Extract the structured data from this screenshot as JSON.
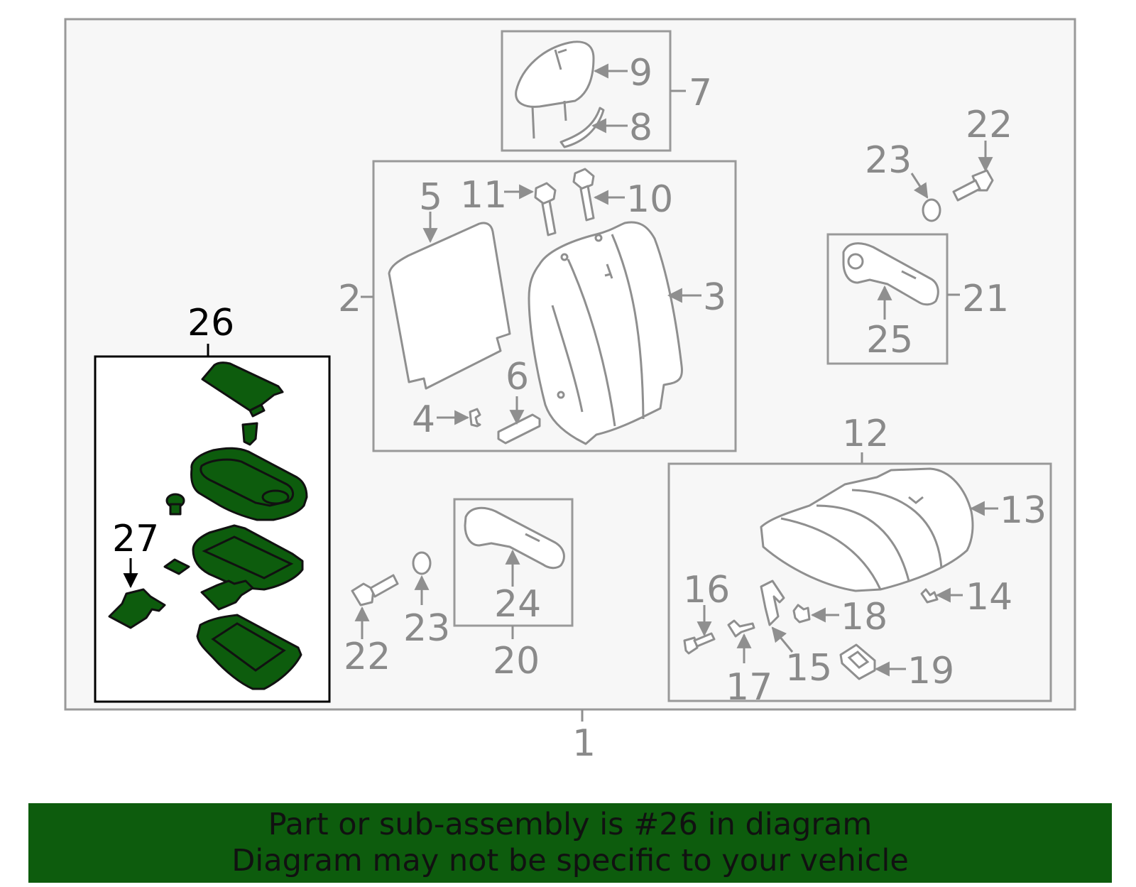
{
  "colors": {
    "highlight": "#0d5c0d",
    "line": "#8f8f8f",
    "panel": "#f7f7f7",
    "banner": "#0d5c0d"
  },
  "callouts": {
    "c1": "1",
    "c2": "2",
    "c3": "3",
    "c4": "4",
    "c5": "5",
    "c6": "6",
    "c7": "7",
    "c8": "8",
    "c9": "9",
    "c10": "10",
    "c11": "11",
    "c12": "12",
    "c13": "13",
    "c14": "14",
    "c15": "15",
    "c16": "16",
    "c17": "17",
    "c18": "18",
    "c19": "19",
    "c20": "20",
    "c21": "21",
    "c22a": "22",
    "c22b": "22",
    "c23a": "23",
    "c23b": "23",
    "c24": "24",
    "c25": "25",
    "c26": "26",
    "c27": "27"
  },
  "banner": {
    "line1": "Part or sub-assembly is #26 in diagram",
    "line2": "Diagram may not be specific to your vehicle"
  }
}
